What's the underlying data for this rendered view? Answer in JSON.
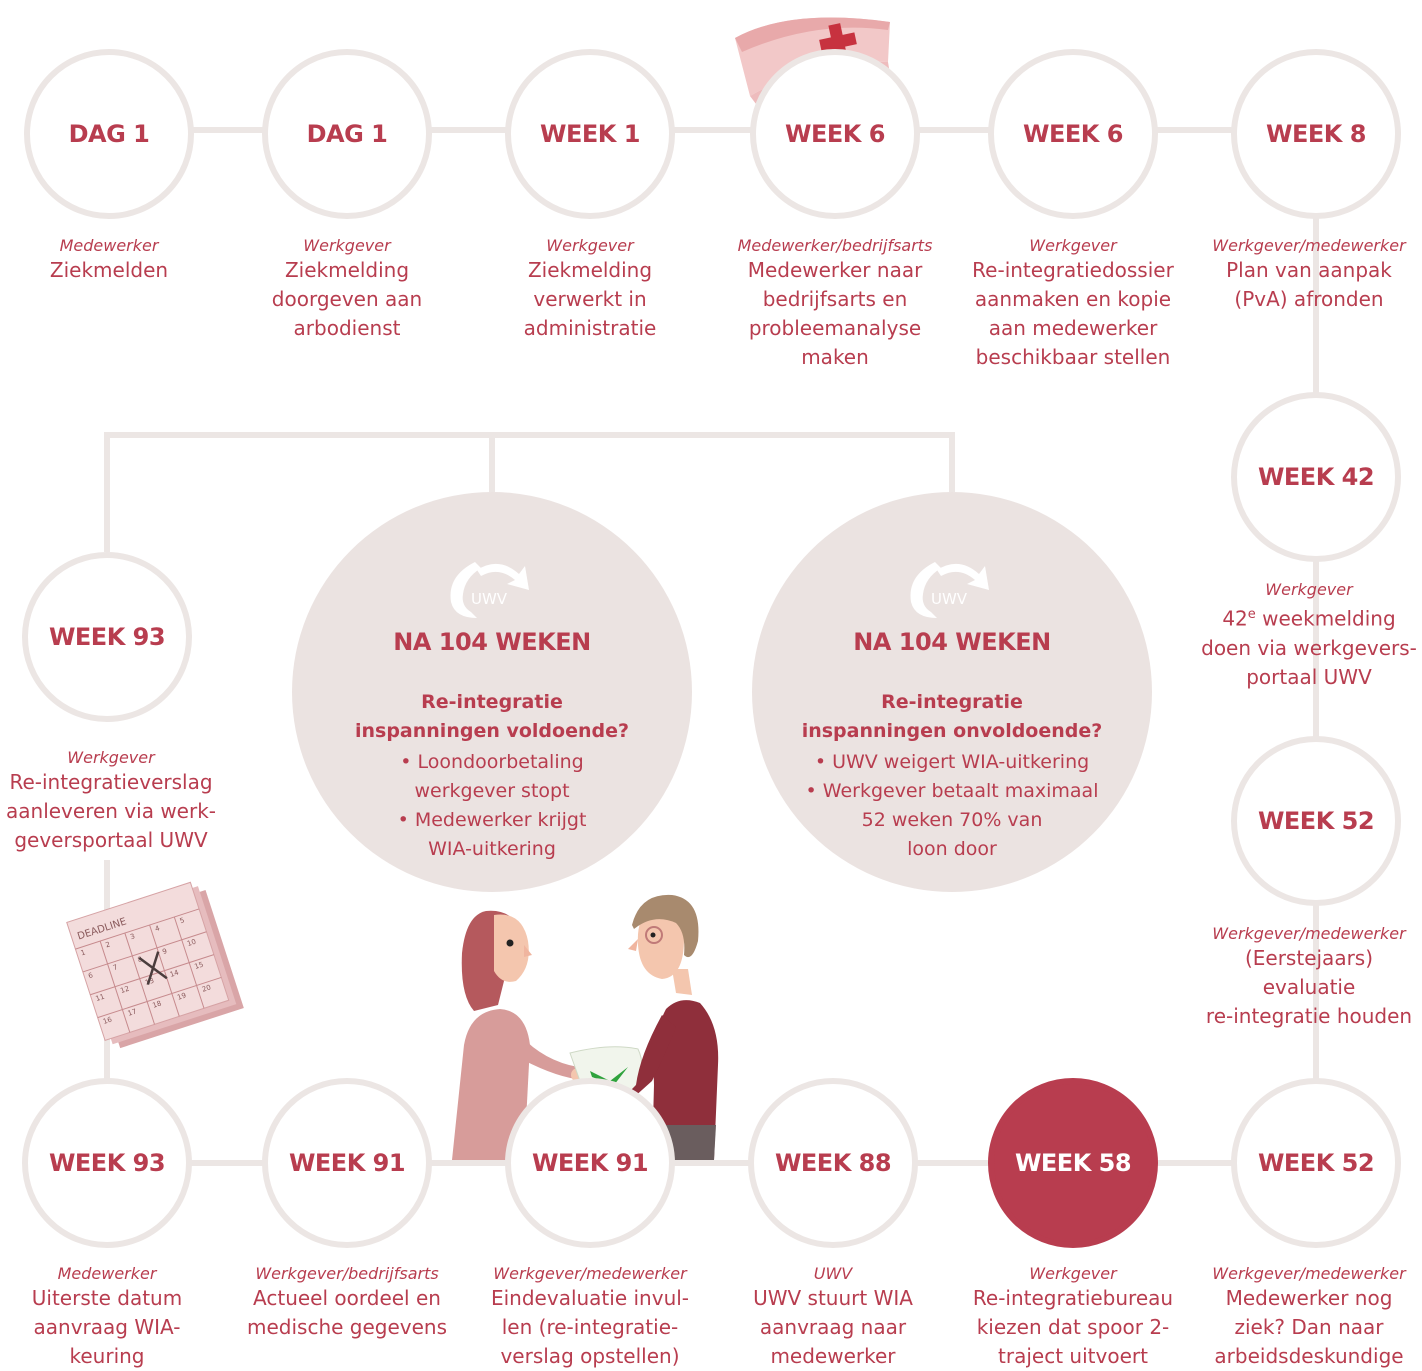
{
  "palette": {
    "accent": "#b83d4f",
    "connector": "#ece6e4",
    "panel": "#ebe3e1"
  },
  "top_row": [
    {
      "title": "DAG 1",
      "role": "Medewerker",
      "desc": [
        "Ziekmelden"
      ]
    },
    {
      "title": "DAG 1",
      "role": "Werkgever",
      "desc": [
        "Ziekmelding",
        "doorgeven aan",
        "arbodienst"
      ]
    },
    {
      "title": "WEEK 1",
      "role": "Werkgever",
      "desc": [
        "Ziekmelding",
        "verwerkt in",
        "administratie"
      ]
    },
    {
      "title": "WEEK 6",
      "role": "Medewerker/bedrijfsarts",
      "desc": [
        "Medewerker naar",
        "bedrijfsarts en",
        "probleemanalyse",
        "maken"
      ]
    },
    {
      "title": "WEEK 6",
      "role": "Werkgever",
      "desc": [
        "Re-integratiedossier",
        "aanmaken en kopie",
        "aan medewerker",
        "beschikbaar stellen"
      ]
    },
    {
      "title": "WEEK 8",
      "role": "Werkgever/medewerker",
      "desc": [
        "Plan van aanpak",
        "(PvA) afronden"
      ]
    }
  ],
  "right_col": [
    {
      "title": "WEEK 42",
      "role": "Werkgever",
      "desc": [
        "42e weekmelding",
        "doen via werkgevers-",
        "portaal UWV"
      ]
    },
    {
      "title": "WEEK 52",
      "role": "Werkgever/medewerker",
      "desc": [
        "(Eerstejaars) evaluatie",
        "re-integratie houden"
      ]
    }
  ],
  "week93_upper": {
    "title": "WEEK 93",
    "role": "Werkgever",
    "desc": [
      "Re-integratieverslag",
      "aanleveren via werk-",
      "geversportaal UWV"
    ]
  },
  "bottom_row": [
    {
      "title": "WEEK 93",
      "role": "Medewerker",
      "desc": [
        "Uiterste datum",
        "aanvraag WIA-",
        "keuring"
      ]
    },
    {
      "title": "WEEK 91",
      "role": "Werkgever/bedrijfsarts",
      "desc": [
        "Actueel oordeel en",
        "medische gegevens"
      ]
    },
    {
      "title": "WEEK 91",
      "role": "Werkgever/medewerker",
      "desc": [
        "Eindevaluatie invul-",
        "len (re-integratie-",
        "verslag opstellen)"
      ]
    },
    {
      "title": "WEEK 88",
      "role": "UWV",
      "desc": [
        "UWV stuurt WIA",
        "aanvraag naar",
        "medewerker"
      ]
    },
    {
      "title": "WEEK 58",
      "role": "Werkgever",
      "desc": [
        "Re-integratiebureau",
        "kiezen dat spoor 2-",
        "traject uitvoert"
      ],
      "highlight": true
    },
    {
      "title": "WEEK 52",
      "role": "Werkgever/medewerker",
      "desc": [
        "Medewerker nog",
        "ziek? Dan naar",
        "arbeidsdeskundige"
      ]
    }
  ],
  "outcomes": [
    {
      "logo_text": "UWV",
      "title": "NA 104 WEKEN",
      "question": [
        "Re-integratie",
        "inspanningen voldoende?"
      ],
      "bullets": [
        "Loondoorbetaling",
        "werkgever stopt",
        "Medewerker krijgt",
        "WIA-uitkering"
      ]
    },
    {
      "logo_text": "UWV",
      "title": "NA 104 WEKEN",
      "question": [
        "Re-integratie",
        "inspanningen onvoldoende?"
      ],
      "bullets": [
        "UWV weigert WIA-uitkering",
        "Werkgever betaalt maximaal",
        "52 weken 70% van",
        "loon door"
      ]
    }
  ],
  "calendar": {
    "label": "DEADLINE",
    "days": [
      "1",
      "2",
      "3",
      "4",
      "5",
      "6",
      "7",
      "8",
      "9",
      "10",
      "11",
      "12",
      "13",
      "14",
      "15",
      "16",
      "17",
      "18",
      "19",
      "20"
    ]
  },
  "icons": [
    "nurse-cap-icon",
    "uwv-logo-icon",
    "calendar-deadline-icon",
    "handover-people-illustration"
  ]
}
